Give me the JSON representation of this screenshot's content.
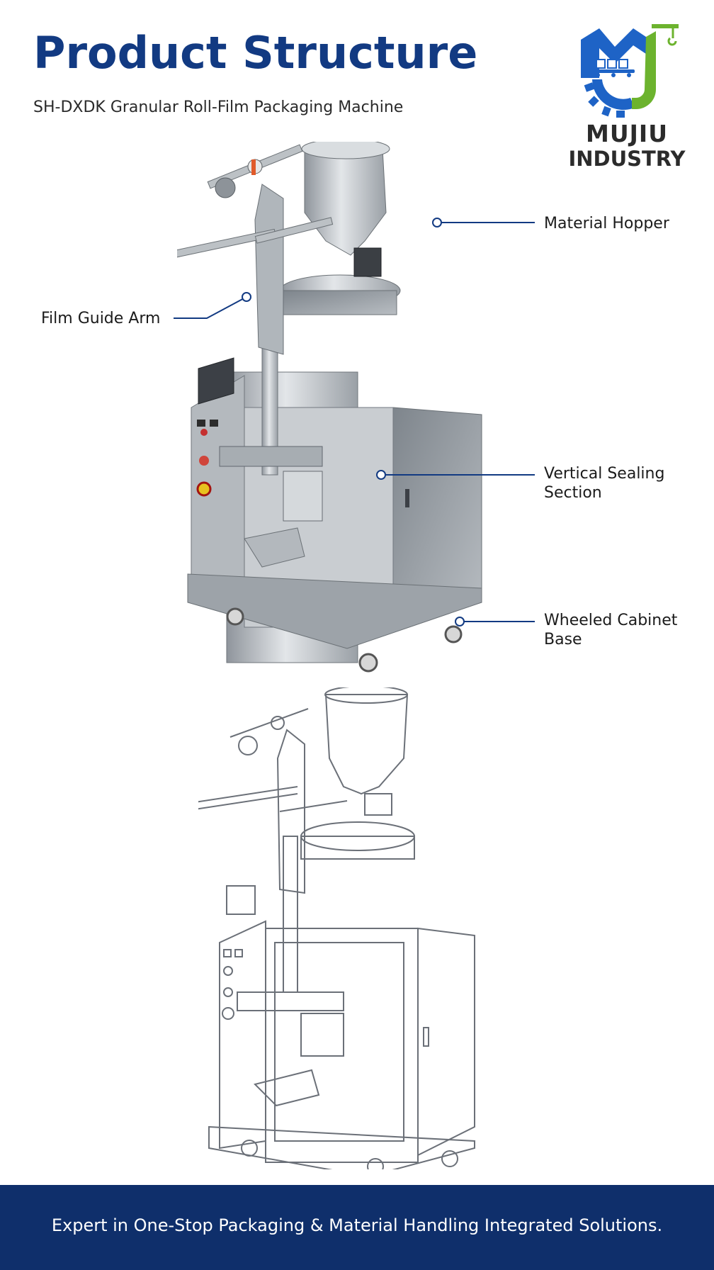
{
  "header": {
    "title": "Product Structure",
    "subtitle": "SH-DXDK Granular Roll-Film Packaging Machine"
  },
  "logo": {
    "line1": "MUJIU",
    "line2": "INDUSTRY",
    "colors": {
      "blue": "#1e63c6",
      "green": "#6cb32e",
      "text": "#2b2b2b"
    }
  },
  "callouts": {
    "hopper": "Material Hopper",
    "film_arm": "Film Guide Arm",
    "vertical_sealing": "Vertical Sealing Section",
    "base": "Wheeled Cabinet Base"
  },
  "footer": {
    "text": "Expert in One-Stop Packaging & Material Handling Integrated Solutions."
  },
  "colors": {
    "title": "#123a82",
    "footer_bg": "#0f2f6b",
    "callout_line": "#123a82",
    "steel": "#b9bec4"
  }
}
